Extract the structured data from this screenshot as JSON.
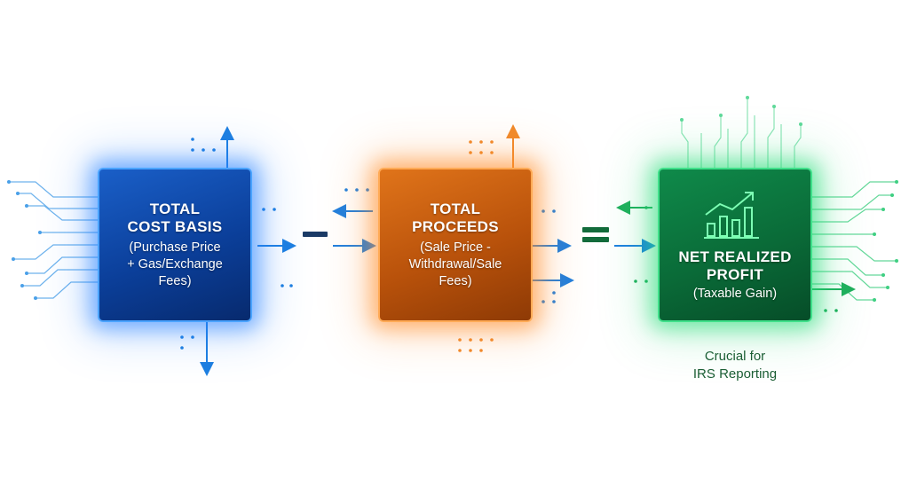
{
  "boxes": [
    {
      "title_line1": "TOTAL",
      "title_line2": "COST BASIS",
      "sub_line1": "(Purchase Price",
      "sub_line2": "+ Gas/Exchange",
      "sub_line3": "Fees)",
      "color": "#0b3f9a"
    },
    {
      "title_line1": "TOTAL",
      "title_line2": "PROCEEDS",
      "sub_line1": "(Sale Price -",
      "sub_line2": "Withdrawal/Sale",
      "sub_line3": "Fees)",
      "color": "#b9520b"
    },
    {
      "title_line1": "NET REALIZED",
      "title_line2": "PROFIT",
      "sub_line1": "(Taxable Gain)",
      "color": "#0a6b38",
      "icon": "growth-chart-icon"
    }
  ],
  "operators": {
    "minus": "−",
    "equals": "="
  },
  "note": {
    "line1": "Crucial for",
    "line2": "IRS Reporting"
  },
  "colors": {
    "blue": "#2a8cff",
    "orange": "#ff8c28",
    "green": "#28dc78",
    "arrow_blue": "#1e7fe0"
  }
}
